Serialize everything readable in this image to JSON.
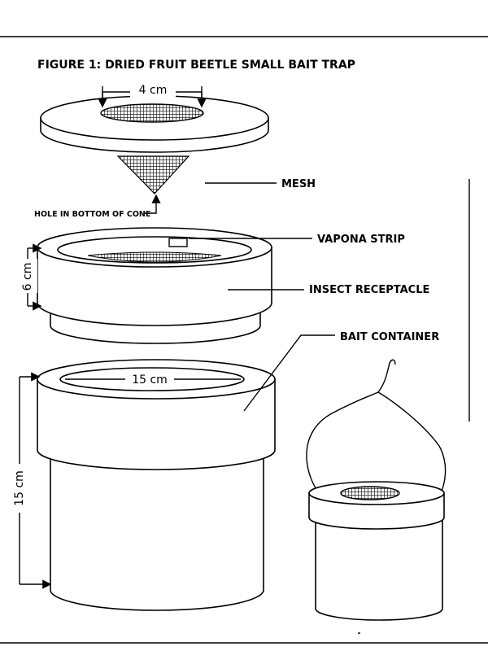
{
  "figure": {
    "title": "FIGURE 1:   DRIED FRUIT BEETLE SMALL BAIT TRAP",
    "labels": {
      "mesh": "MESH",
      "hole": "HOLE IN BOTTOM OF CONE",
      "vapona": "VAPONA STRIP",
      "receptacle": "INSECT RECEPTACLE",
      "bait": "BAIT CONTAINER"
    },
    "dimensions": {
      "lid_opening": "4 cm",
      "receptacle_height": "6 cm",
      "container_width": "15 cm",
      "container_height": "15 cm"
    }
  }
}
